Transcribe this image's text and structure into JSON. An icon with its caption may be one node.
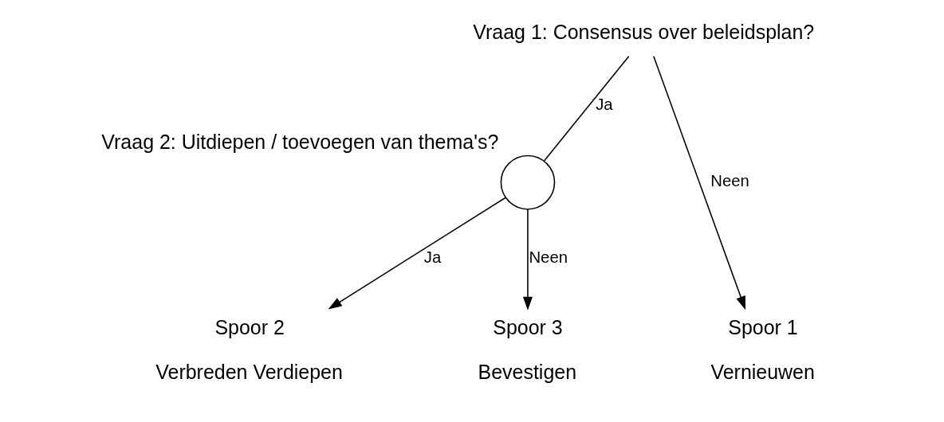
{
  "diagram": {
    "nodes": [
      {
        "text": [
          "Vraag 1: Consensus over beleidsplan?"
        ]
      },
      {
        "text": [],
        "shape": "circle",
        "beside": [
          "Vraag 2: Uitdiepen / toevoegen van thema's?"
        ]
      },
      {
        "text": [
          "Spoor 1"
        ],
        "beside": [
          "Vernieuwen"
        ]
      },
      {
        "text": [
          "Spoor 2"
        ],
        "beside": [
          "Verbreden Verdiepen"
        ]
      },
      {
        "text": [
          "Spoor 3"
        ],
        "beside": [
          "Bevestigen"
        ]
      }
    ],
    "edges": [
      {
        "from": 0,
        "to": 2,
        "arrow": "to",
        "label": "Neen"
      },
      {
        "from": 0,
        "to": 1,
        "arrow": "none",
        "label": "Ja"
      },
      {
        "from": 1,
        "to": 3,
        "arrow": "to",
        "label": "Ja"
      },
      {
        "from": 1,
        "to": 4,
        "arrow": "to",
        "label": "Neen"
      }
    ]
  }
}
